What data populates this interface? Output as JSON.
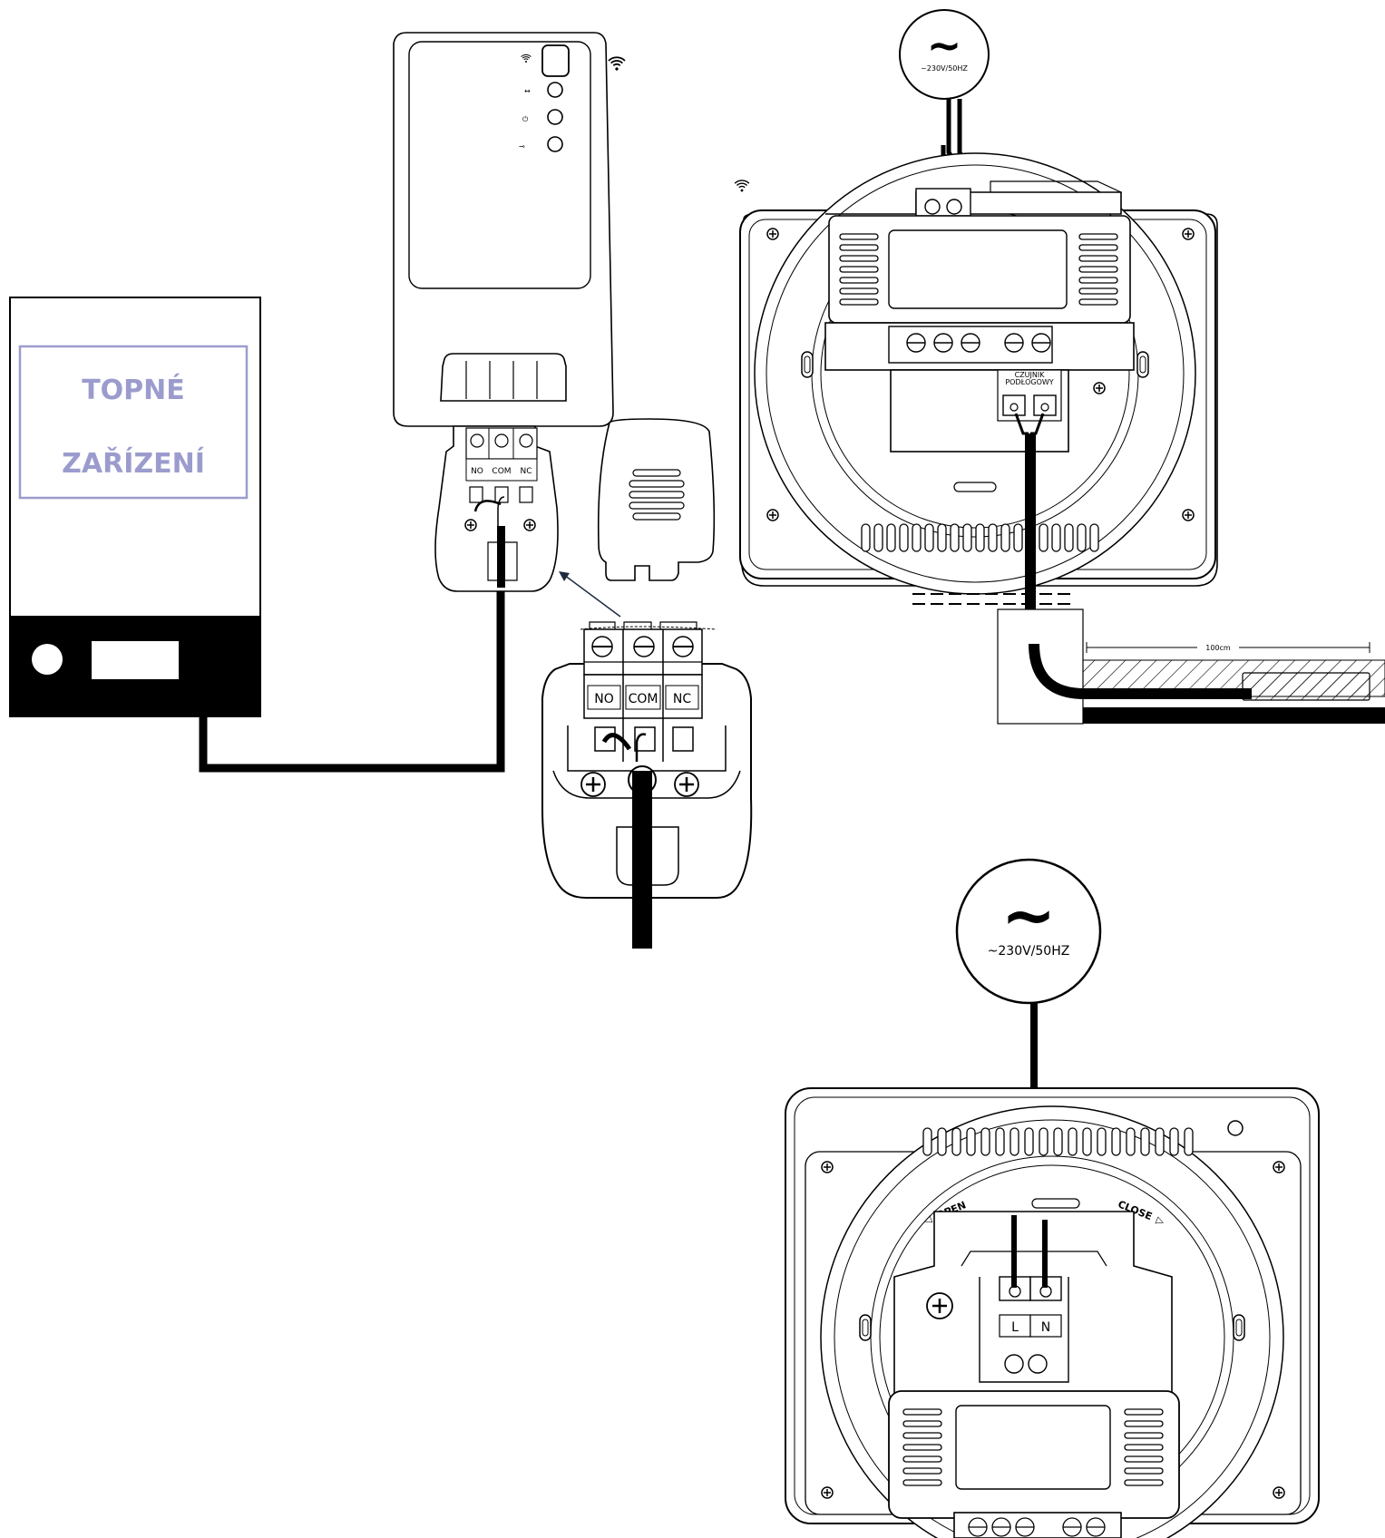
{
  "heater": {
    "label_line1": "TOPNÉ",
    "label_line2": "ZAŘÍZENÍ"
  },
  "receiver": {
    "terminals": [
      "NO",
      "COM",
      "NC"
    ]
  },
  "receiver_zoom": {
    "terminals": [
      "NO",
      "COM",
      "NC"
    ]
  },
  "thermostat_front": {
    "power_symbol": "~",
    "power_label": "~230V/50HZ",
    "sensor_label_line1": "CZUJNIK",
    "sensor_label_line2": "PODŁOGOWY",
    "sensor_length": "100cm"
  },
  "thermostat_back": {
    "power_symbol": "~",
    "power_label": "~230V/50HZ",
    "open_label": "OPEN",
    "close_label": "CLOSE",
    "terminal_L": "L",
    "terminal_N": "N"
  }
}
